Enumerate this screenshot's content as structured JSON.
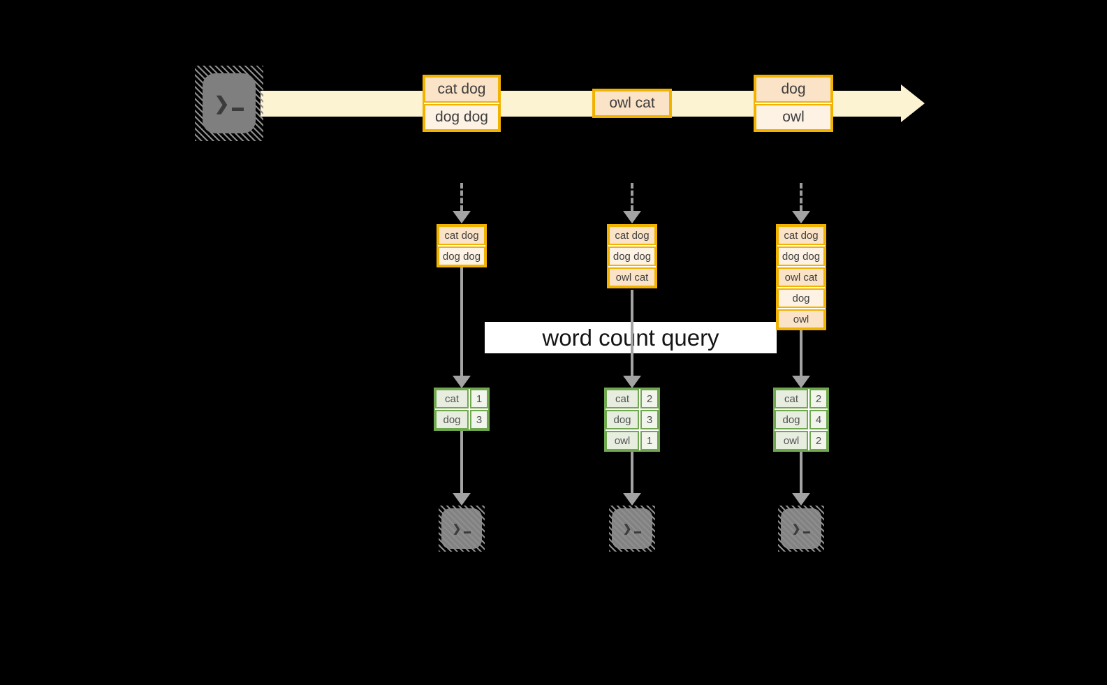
{
  "query_label": "word count query",
  "stream": {
    "source_icon": "terminal-icon",
    "batches": [
      {
        "rows": [
          "cat dog",
          "dog dog"
        ]
      },
      {
        "rows": [
          "owl cat"
        ]
      },
      {
        "rows": [
          "dog",
          "owl"
        ]
      }
    ]
  },
  "columns": [
    {
      "accumulated": [
        "cat dog",
        "dog dog"
      ],
      "counts": [
        {
          "word": "cat",
          "count": "1"
        },
        {
          "word": "dog",
          "count": "3"
        }
      ],
      "sink_icon": "terminal-icon"
    },
    {
      "accumulated": [
        "cat dog",
        "dog dog",
        "owl cat"
      ],
      "counts": [
        {
          "word": "cat",
          "count": "2"
        },
        {
          "word": "dog",
          "count": "3"
        },
        {
          "word": "owl",
          "count": "1"
        }
      ],
      "sink_icon": "terminal-icon"
    },
    {
      "accumulated": [
        "cat dog",
        "dog dog",
        "owl cat",
        "dog",
        "owl"
      ],
      "counts": [
        {
          "word": "cat",
          "count": "2"
        },
        {
          "word": "dog",
          "count": "4"
        },
        {
          "word": "owl",
          "count": "2"
        }
      ],
      "sink_icon": "terminal-icon"
    }
  ],
  "colors": {
    "background": "#000000",
    "stream_band": "#FCF3D2",
    "record_border": "#F2B200",
    "record_fill_dark": "#FBE3C7",
    "record_fill_light": "#FDF2E3",
    "table_border": "#6FA84F",
    "table_word_fill": "#E7EDDF",
    "table_count_fill": "#F2F5EC",
    "arrow_gray": "#A3A3A3",
    "terminal_gray": "#7F7F7F"
  }
}
